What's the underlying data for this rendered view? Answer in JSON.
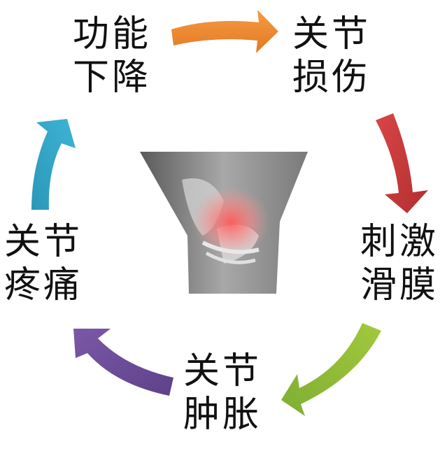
{
  "diagram": {
    "type": "cycle",
    "center_image": "knee-pain-photo",
    "nodes": [
      {
        "id": "functional-decline",
        "line1": "功能",
        "line2": "下降"
      },
      {
        "id": "joint-injury",
        "line1": "关节",
        "line2": "损伤"
      },
      {
        "id": "synovium-irritation",
        "line1": "刺激",
        "line2": "滑膜"
      },
      {
        "id": "joint-swelling",
        "line1": "关节",
        "line2": "肿胀"
      },
      {
        "id": "joint-pain",
        "line1": "关节",
        "line2": "疼痛"
      }
    ],
    "arrows": [
      {
        "from": "functional-decline",
        "to": "joint-injury",
        "color": "#F0882E"
      },
      {
        "from": "joint-injury",
        "to": "synovium-irritation",
        "color": "#C8393A"
      },
      {
        "from": "synovium-irritation",
        "to": "joint-swelling",
        "color": "#8DBA3A"
      },
      {
        "from": "joint-swelling",
        "to": "joint-pain",
        "color": "#6E4E9A"
      },
      {
        "from": "joint-pain",
        "to": "functional-decline",
        "color": "#2FA6C6"
      }
    ]
  }
}
